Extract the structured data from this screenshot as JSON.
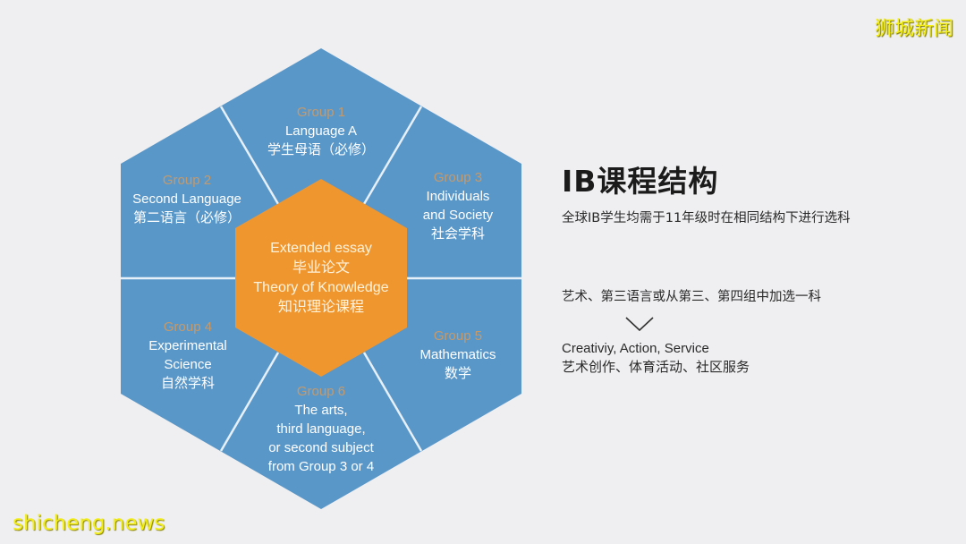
{
  "colors": {
    "background": "#efeff1",
    "outer_hexagon": "#5a97c9",
    "inner_hexagon": "#f0962f",
    "divider_lines": "#e6f0f8",
    "group_label": "#c49a6c",
    "watermark": "#f3ee1a"
  },
  "diagram": {
    "center": {
      "lines": [
        "Extended essay",
        "毕业论文",
        "Theory of Knowledge",
        "知识理论课程"
      ]
    },
    "groups": [
      {
        "group": "Group 1",
        "lines": [
          "Language A",
          "学生母语（必修）"
        ]
      },
      {
        "group": "Group 2",
        "lines": [
          "Second Language",
          "第二语言（必修）"
        ]
      },
      {
        "group": "Group 3",
        "lines": [
          "Individuals",
          "and Society",
          "社会学科"
        ]
      },
      {
        "group": "Group 4",
        "lines": [
          "Experimental",
          "Science",
          "自然学科"
        ]
      },
      {
        "group": "Group 5",
        "lines": [
          "Mathematics",
          "数学"
        ]
      },
      {
        "group": "Group 6",
        "lines": [
          "The arts,",
          "third language,",
          "or second subject",
          "from Group 3 or 4"
        ]
      }
    ]
  },
  "side_panel": {
    "title": "IB课程结构",
    "subtitle": "全球IB学生均需于11年级时在相同结构下进行选科",
    "note": "艺术、第三语言或从第三、第四组中加选一科",
    "arrow_icon": "chevron-down-icon",
    "cas_en": "Creativiy, Action, Service",
    "cas_cn": "艺术创作、体育活动、社区服务"
  },
  "watermarks": {
    "top_right": "狮城新闻",
    "bottom_left": "shicheng.news"
  }
}
